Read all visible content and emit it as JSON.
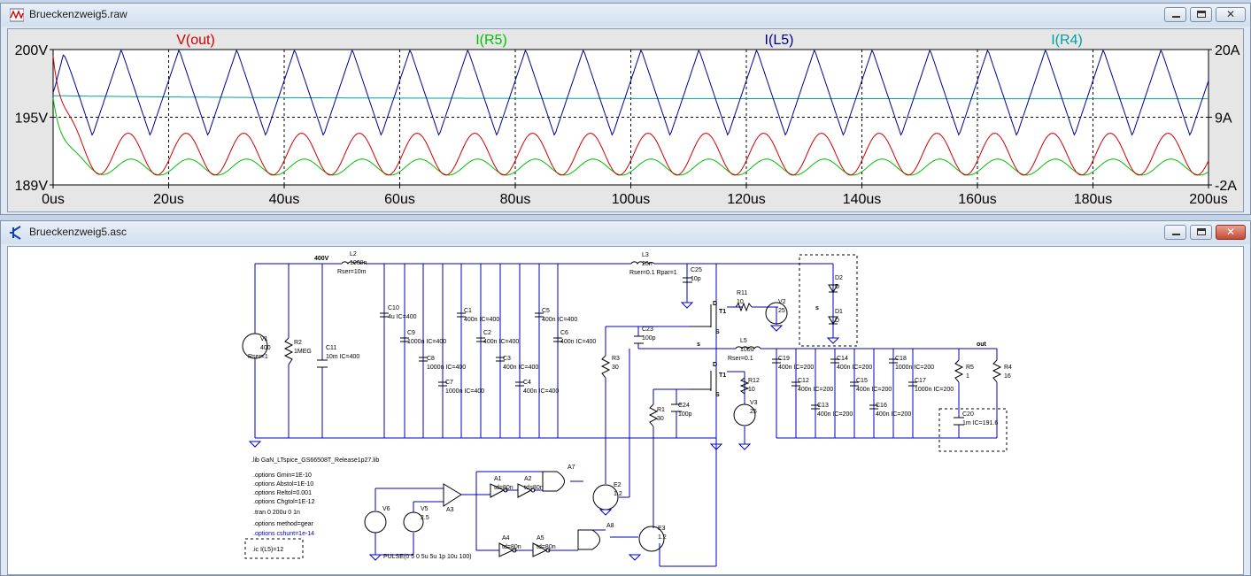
{
  "waveform_window": {
    "title": "Brueckenzweig5.raw",
    "buttons": {
      "minimize": "minimize",
      "maximize": "maximize",
      "close": "close"
    }
  },
  "schematic_window": {
    "title": "Brueckenzweig5.asc",
    "buttons": {
      "minimize": "minimize",
      "maximize": "maximize",
      "close": "close"
    }
  },
  "colors": {
    "vout": "#d00000",
    "ir5": "#00c000",
    "il5": "#000090",
    "ir4": "#00a0a0",
    "wire": "#0000c0",
    "component": "#000000",
    "label": "#000000"
  },
  "chart_data": {
    "type": "line",
    "x_unit": "us",
    "xlim": [
      0,
      200
    ],
    "x_ticks": [
      "0us",
      "20us",
      "40us",
      "60us",
      "80us",
      "100us",
      "120us",
      "140us",
      "160us",
      "180us",
      "200us"
    ],
    "left_axis": {
      "ylim": [
        189,
        200
      ],
      "ticks": [
        "200V",
        "195V",
        "189V"
      ]
    },
    "right_axis": {
      "ylim": [
        -2,
        20
      ],
      "ticks": [
        "20A",
        "9A",
        "-2A"
      ]
    },
    "grid": true,
    "series": [
      {
        "name": "V(out)",
        "axis": "left",
        "color": "#d00000"
      },
      {
        "name": "I(R5)",
        "axis": "right",
        "color": "#00c000"
      },
      {
        "name": "I(L5)",
        "axis": "right",
        "color": "#000090"
      },
      {
        "name": "I(R4)",
        "axis": "right",
        "color": "#00a0a0"
      }
    ]
  },
  "schematic": {
    "net_labels": {
      "n400v": "400V",
      "out": "out",
      "s": "s",
      "t1": "T1",
      "t1b": "T1",
      "pin_s1": "S",
      "pin_s2": "S",
      "pin_d1": "D",
      "pin_d2": "D"
    },
    "components": [
      {
        "ref": "V1",
        "value": "400",
        "extra": "Rser=1"
      },
      {
        "ref": "R2",
        "value": "1MEG"
      },
      {
        "ref": "C11",
        "value": "10m IC=400"
      },
      {
        "ref": "L2",
        "value": "1000n",
        "extra": "Rser=10m"
      },
      {
        "ref": "C10",
        "value": "4u IC=400"
      },
      {
        "ref": "C9",
        "value": "1000n IC=400"
      },
      {
        "ref": "C8",
        "value": "1000n IC=400"
      },
      {
        "ref": "C7",
        "value": "1000n IC=400"
      },
      {
        "ref": "C1",
        "value": "400n IC=400"
      },
      {
        "ref": "C2",
        "value": "400n IC=400"
      },
      {
        "ref": "C3",
        "value": "400n IC=400"
      },
      {
        "ref": "C4",
        "value": "400n IC=400"
      },
      {
        "ref": "C5",
        "value": "400n IC=400"
      },
      {
        "ref": "C6",
        "value": "400n IC=400"
      },
      {
        "ref": "L3",
        "value": "20n",
        "extra": "Rser=0.1 Rpar=1"
      },
      {
        "ref": "C25",
        "value": "10p"
      },
      {
        "ref": "R11",
        "value": "10"
      },
      {
        "ref": "V2",
        "value": "25"
      },
      {
        "ref": "D2",
        "value": "D"
      },
      {
        "ref": "D1",
        "value": "D"
      },
      {
        "ref": "C23",
        "value": "100p"
      },
      {
        "ref": "R3",
        "value": "30"
      },
      {
        "ref": "L5",
        "value": "100u",
        "extra": "Rser=0.1"
      },
      {
        "ref": "R12",
        "value": "10"
      },
      {
        "ref": "V3",
        "value": "25"
      },
      {
        "ref": "R1",
        "value": "30"
      },
      {
        "ref": "C24",
        "value": "100p"
      },
      {
        "ref": "C19",
        "value": "400n IC=200"
      },
      {
        "ref": "C12",
        "value": "400n IC=200"
      },
      {
        "ref": "C13",
        "value": "400n IC=200"
      },
      {
        "ref": "C14",
        "value": "400n IC=200"
      },
      {
        "ref": "C15",
        "value": "400n IC=200"
      },
      {
        "ref": "C16",
        "value": "400n IC=200"
      },
      {
        "ref": "C18",
        "value": "1000n IC=200"
      },
      {
        "ref": "C17",
        "value": "1000n IC=200"
      },
      {
        "ref": "R5",
        "value": "1"
      },
      {
        "ref": "R4",
        "value": "16"
      },
      {
        "ref": "C20",
        "value": "1m IC=191.6"
      },
      {
        "ref": "A1",
        "value": "td=80n"
      },
      {
        "ref": "A2",
        "value": "td=80n"
      },
      {
        "ref": "A3",
        "value": ""
      },
      {
        "ref": "A4",
        "value": "td=80n"
      },
      {
        "ref": "A5",
        "value": "td=80n"
      },
      {
        "ref": "A7",
        "value": ""
      },
      {
        "ref": "A8",
        "value": ""
      },
      {
        "ref": "E2",
        "value": "1.2"
      },
      {
        "ref": "E3",
        "value": "1.2"
      },
      {
        "ref": "V6",
        "value": ""
      },
      {
        "ref": "V5",
        "value": "2.5"
      }
    ],
    "directives": [
      ".lib GaN_LTspice_GS66508T_Release1p27.lib",
      ".options Gmin=1E-10",
      ".options Abstol=1E-10",
      ".options Reltol=0.001",
      ".options Chgtol=1E-12",
      ".tran 0 200u 0 1n",
      ".options method=gear",
      ".options cshunt=1e-14",
      ".ic I(L5)=12"
    ],
    "pulse": "PULSE(0 5 0 5u 5u 1p 10u 100)"
  }
}
